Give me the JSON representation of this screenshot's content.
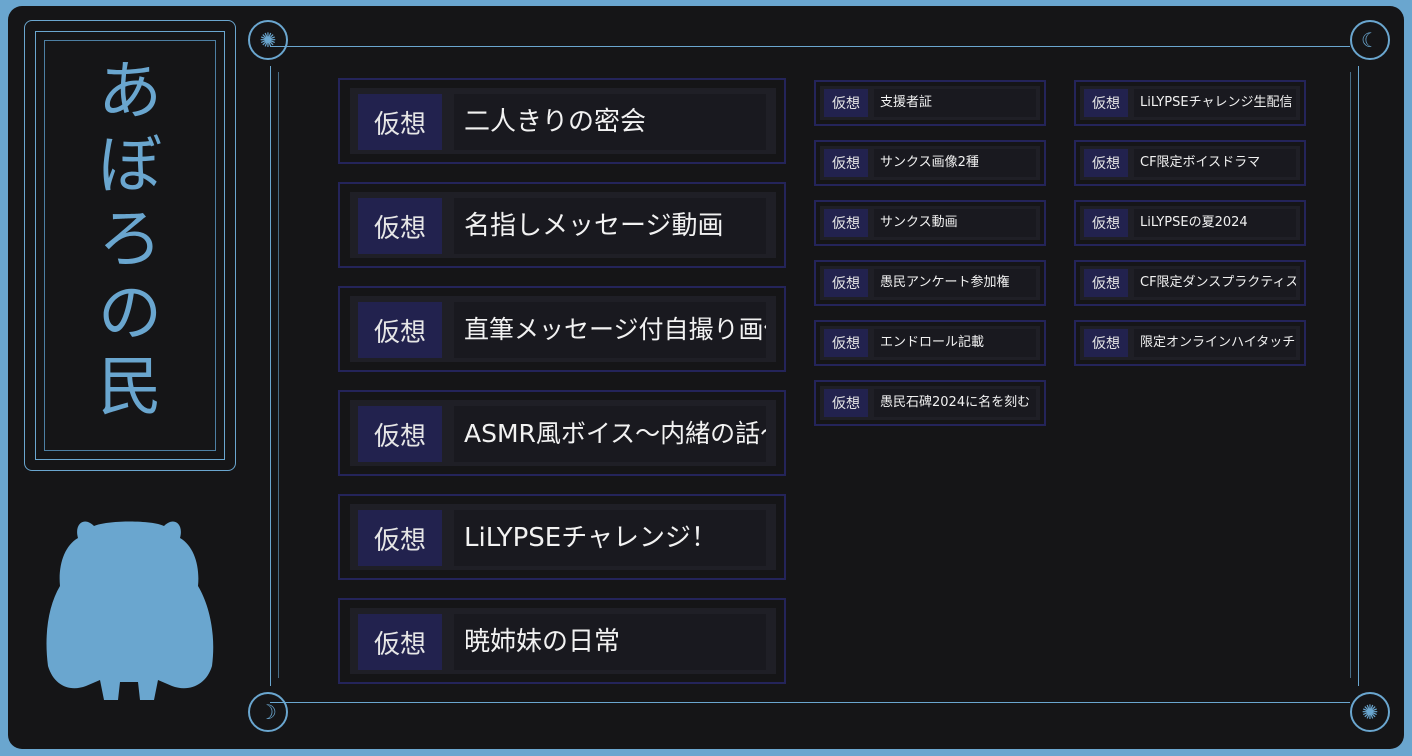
{
  "title": {
    "chars": [
      "あ",
      "ぼ",
      "ろ",
      "の",
      "民"
    ]
  },
  "tag_label": "仮想",
  "big_items": [
    {
      "label": "二人きりの密会"
    },
    {
      "label": "名指しメッセージ動画"
    },
    {
      "label": "直筆メッセージ付自撮り画像"
    },
    {
      "label": "ASMR風ボイス～内緒の話～"
    },
    {
      "label": "LiLYPSEチャレンジ！"
    },
    {
      "label": "暁姉妹の日常"
    }
  ],
  "small_col1": [
    {
      "label": "支援者証"
    },
    {
      "label": "サンクス画像2種"
    },
    {
      "label": "サンクス動画"
    },
    {
      "label": "愚民アンケート参加権"
    },
    {
      "label": "エンドロール記載"
    },
    {
      "label": "愚民石碑2024に名を刻む"
    }
  ],
  "small_col2": [
    {
      "label": "LiLYPSEチャレンジ生配信"
    },
    {
      "label": "CF限定ボイスドラマ"
    },
    {
      "label": "LiLYPSEの夏2024"
    },
    {
      "label": "CF限定ダンスプラクティス"
    },
    {
      "label": "限定オンラインハイタッチ会"
    }
  ],
  "colors": {
    "accent": "#6aa6cf",
    "panel": "#151517",
    "tag_bg": "#22224e",
    "card_border": "#24245a"
  },
  "icons": {
    "sun_emblem": "sun-emblem-icon",
    "moon_emblem": "moon-emblem-icon"
  }
}
